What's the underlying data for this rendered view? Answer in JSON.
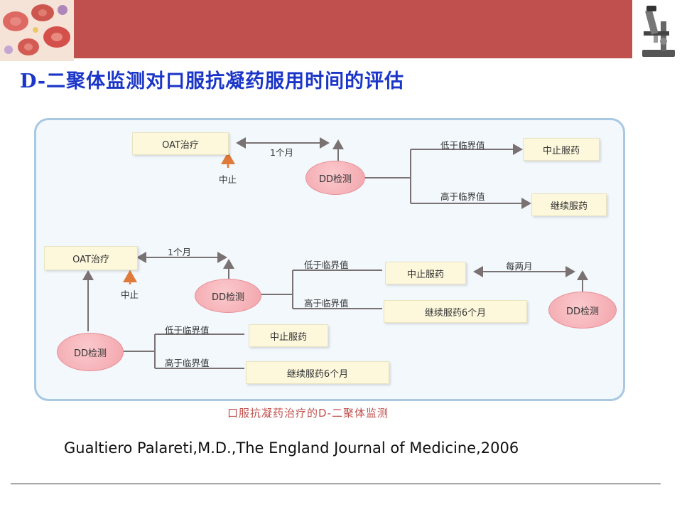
{
  "header": {
    "title": "D-二聚体监测对口服抗凝药服用时间的评估",
    "accent_color": "#c0504d",
    "title_color": "#1a35c8",
    "left_image": "blood-cells-photo",
    "right_image": "microscope-photo"
  },
  "diagram": {
    "top": {
      "oat": "OAT治疗",
      "stop": "中止",
      "interval": "1个月",
      "dd": "DD检测",
      "below": "低于临界值",
      "above": "高于临界值",
      "stop_drug": "中止服药",
      "continue_drug": "继续服药"
    },
    "bottom": {
      "oat": "OAT治疗",
      "stop": "中止",
      "interval": "1个月",
      "dd_mid": "DD检测",
      "below_mid": "低于临界值",
      "above_mid": "高于临界值",
      "stop_drug_mid": "中止服药",
      "continue_mid": "继续服药6个月",
      "every_two": "每两月",
      "dd_right": "DD检测",
      "dd_left": "DD检测",
      "below_left": "低于临界值",
      "above_left": "高于临界值",
      "stop_drug_left": "中止服药",
      "continue_left": "继续服药6个月"
    },
    "caption": "口服抗凝药治疗的D-二聚体监测",
    "colors": {
      "arrow": "#7a7272",
      "stop_arrow": "#e07a3a",
      "node": "#f1a4aa",
      "box": "#fdf8dc",
      "frame": "#a9c8e2"
    }
  },
  "citation": "Gualtiero Palareti,M.D.,The England Journal of Medicine,2006"
}
